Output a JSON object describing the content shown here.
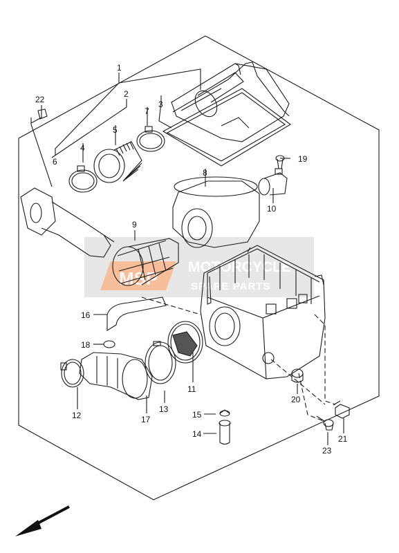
{
  "diagram": {
    "part_numbers": [
      "1",
      "2",
      "3",
      "4",
      "5",
      "6",
      "7",
      "8",
      "9",
      "10",
      "11",
      "12",
      "13",
      "14",
      "15",
      "16",
      "17",
      "18",
      "19",
      "20",
      "21",
      "22",
      "23"
    ]
  },
  "watermark": {
    "line1": "MOTORCYCLE",
    "line2": "SPARE PARTS",
    "badge": "MSP"
  },
  "colors": {
    "line": "#1a1a1a",
    "watermark_box": "#d9d9d9",
    "watermark_accent": "#f08a4b"
  }
}
